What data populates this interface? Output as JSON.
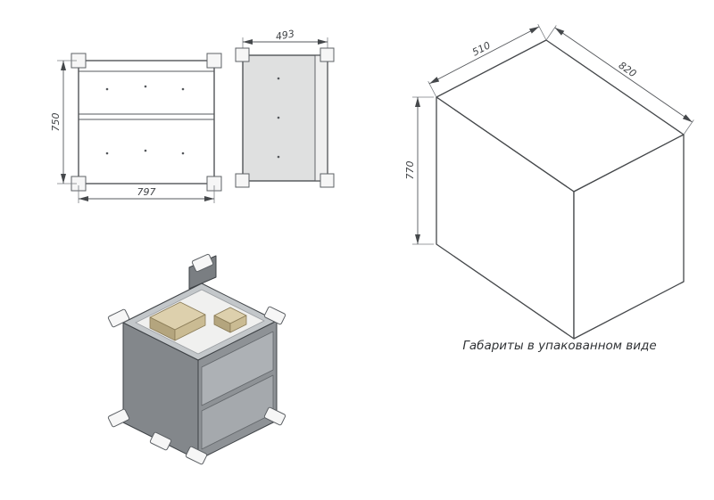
{
  "drawing": {
    "front_view": {
      "height_dim": "750",
      "width_dim": "797"
    },
    "side_view": {
      "width_dim": "493"
    },
    "package_box": {
      "depth_dim": "510",
      "width_dim": "820",
      "height_dim": "770"
    },
    "caption": "Габариты в упакованном виде"
  },
  "colors": {
    "line": "#45484b",
    "dim_text": "#3f4245",
    "side_view_fill": "#dfe0e0",
    "cabinet_side_panel": "#83878b",
    "cabinet_carcass": "#8e9296",
    "cabinet_drawer_top": "#adb1b5",
    "cabinet_drawer_bottom": "#a5a9ad",
    "cabinet_rim": "#c3c7ca",
    "interior_floor": "#f0f0ef",
    "wood_tray": "#ddd0ad",
    "corner_protector": "#f6f6f6"
  }
}
